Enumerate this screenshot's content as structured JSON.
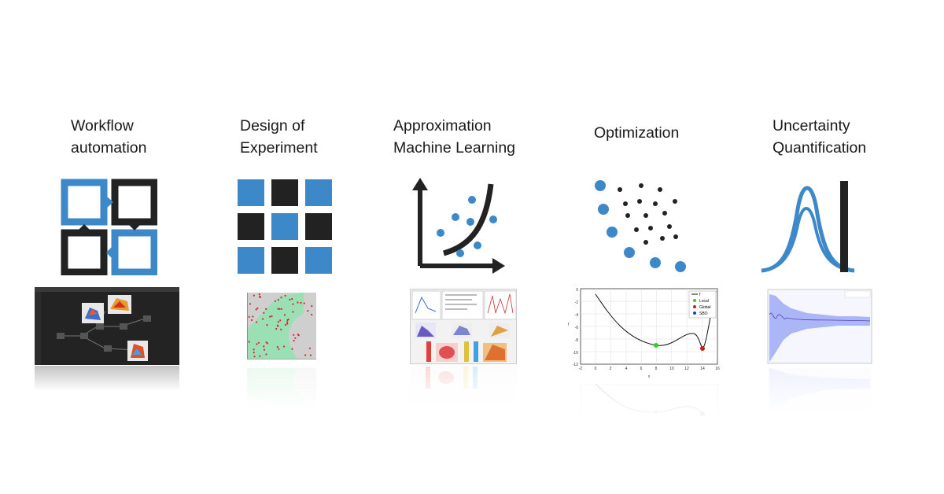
{
  "colors": {
    "blue": "#3c88c9",
    "dark": "#222222"
  },
  "columns": [
    {
      "id": "workflow",
      "title_lines": [
        "Workflow",
        "automation"
      ],
      "icon": "workflow-icon"
    },
    {
      "id": "doe",
      "title_lines": [
        "Design of",
        "Experiment"
      ],
      "icon": "grid-icon"
    },
    {
      "id": "approx",
      "title_lines": [
        "Approximation",
        "Machine Learning"
      ],
      "icon": "regression-icon"
    },
    {
      "id": "optim",
      "title_lines": [
        "Optimization"
      ],
      "icon": "scatter-pareto-icon"
    },
    {
      "id": "uq",
      "title_lines": [
        "Uncertainty",
        "Quantification"
      ],
      "icon": "distribution-icon"
    }
  ],
  "optim_plot": {
    "legend": [
      "f",
      "Local",
      "Global",
      "SBO"
    ],
    "y_ticks": [
      "0",
      "-2",
      "-4",
      "-6",
      "-8",
      "-10",
      "-12"
    ],
    "x_ticks": [
      "-2",
      "0",
      "2",
      "4",
      "6",
      "8",
      "10",
      "12",
      "14",
      "16"
    ],
    "xlabel": "x",
    "ylabel": "f"
  }
}
